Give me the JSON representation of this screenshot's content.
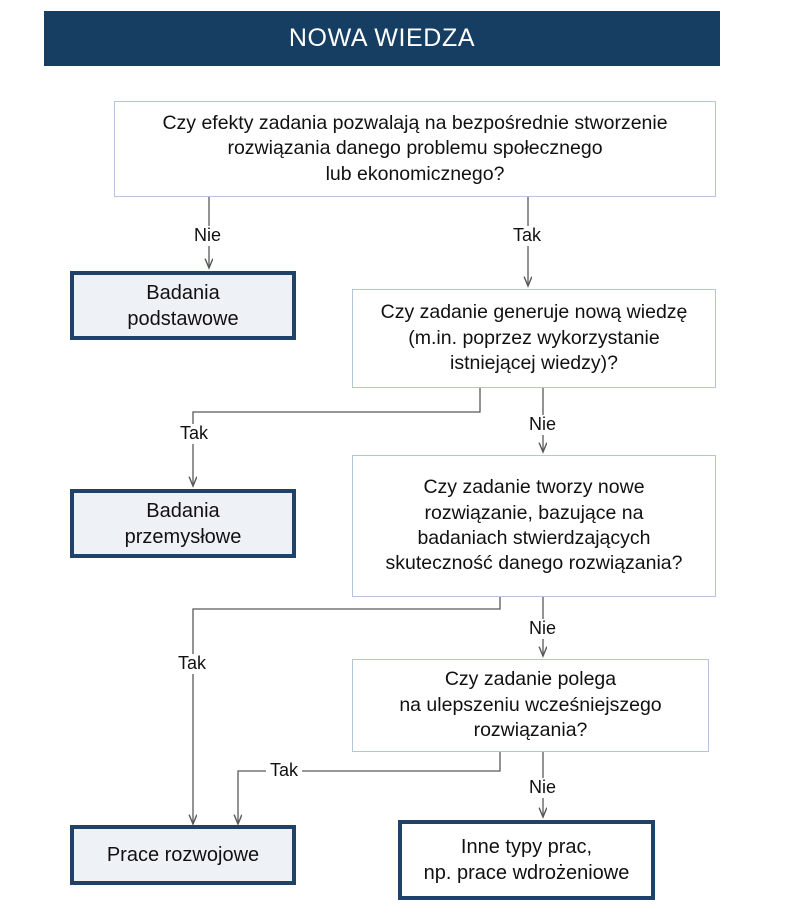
{
  "header": {
    "title": "NOWA WIEDZA",
    "background_color": "#163E63",
    "text_color": "#FFFFFF"
  },
  "palette": {
    "navy": "#163E63",
    "terminal_border": "#1F4368",
    "terminal_fill": "#EEF2F7",
    "decision_border": "#B4C6DE",
    "decision_fill": "#FFFFFF",
    "connector": "#595959",
    "page_background": "#FFFFFF"
  },
  "nodes": {
    "decision_1": {
      "text": "Czy efekty zadania pozwalają na bezpośrednie stworzenie\nrozwiązania danego problemu społecznego\nlub ekonomicznego?",
      "type": "decision"
    },
    "decision_2": {
      "text": "Czy zadanie generuje nową wiedzę\n(m.in. poprzez wykorzystanie\nistniejącej wiedzy)?",
      "type": "decision"
    },
    "decision_3": {
      "text": "Czy zadanie tworzy nowe\nrozwiązanie, bazujące na\nbadaniach stwierdzających\nskuteczność danego rozwiązania?",
      "type": "decision"
    },
    "decision_4": {
      "text": "Czy zadanie polega\nna ulepszeniu wcześniejszego\nrozwiązania?",
      "type": "decision"
    },
    "terminal_1": {
      "text": "Badania\npodstawowe",
      "type": "terminal"
    },
    "terminal_2": {
      "text": "Badania\nprzemysłowe",
      "type": "terminal"
    },
    "terminal_3": {
      "text": "Prace rozwojowe",
      "type": "terminal"
    },
    "terminal_4": {
      "text": "Inne typy prac,\nnp. prace wdrożeniowe",
      "type": "terminal"
    }
  },
  "edge_labels": {
    "d1_no": "Nie",
    "d1_yes": "Tak",
    "d2_yes": "Tak",
    "d2_no": "Nie",
    "d3_yes": "Tak",
    "d3_no": "Nie",
    "d4_yes": "Tak",
    "d4_no": "Nie"
  },
  "flow": [
    {
      "from": "decision_1",
      "label": "Nie",
      "to": "terminal_1"
    },
    {
      "from": "decision_1",
      "label": "Tak",
      "to": "decision_2"
    },
    {
      "from": "decision_2",
      "label": "Tak",
      "to": "terminal_2"
    },
    {
      "from": "decision_2",
      "label": "Nie",
      "to": "decision_3"
    },
    {
      "from": "decision_3",
      "label": "Tak",
      "to": "terminal_3"
    },
    {
      "from": "decision_3",
      "label": "Nie",
      "to": "decision_4"
    },
    {
      "from": "decision_4",
      "label": "Tak",
      "to": "terminal_3"
    },
    {
      "from": "decision_4",
      "label": "Nie",
      "to": "terminal_4"
    }
  ]
}
